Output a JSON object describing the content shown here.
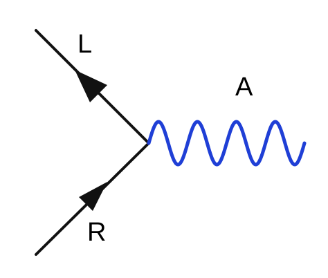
{
  "diagram": {
    "labels": {
      "left_fermion": "L",
      "right_fermion": "R",
      "boson": "A"
    },
    "colors": {
      "fermion_line": "#111111",
      "arrow": "#111111",
      "boson_wave": "#1f3fd6",
      "background": "#ffffff"
    },
    "elements": [
      "outgoing-fermion-line",
      "incoming-fermion-line",
      "boson-wave",
      "vertex"
    ]
  }
}
